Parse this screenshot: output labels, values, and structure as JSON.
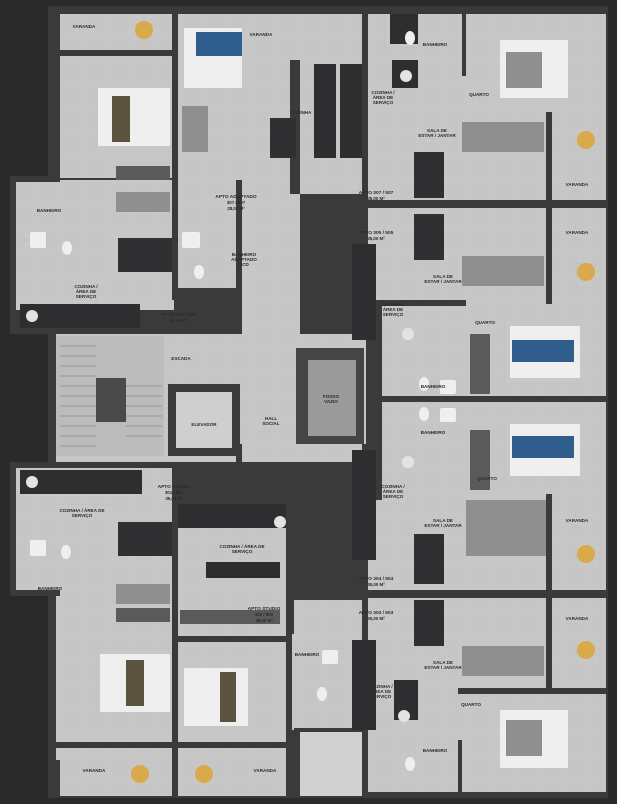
{
  "rooms": {
    "varanda_tl": "VARANDA",
    "varanda_top2": "VARANDA",
    "banheiro_tr": "BANHEIRO",
    "quarto_tr": "QUARTO",
    "cozinha_top": "COZINHA",
    "cozinha_area_tr": "COZINHA /\nÁREA DE\nSERVIÇO",
    "sala_tr": "SALA DE\nESTAR / JANTAR",
    "varanda_r1": "VARANDA",
    "banheiro_l1": "BANHEIRO",
    "cozinha_area_l1": "COZINHA /\nÁREA DE\nSERVIÇO",
    "banheiro_pcd": "BANHEIRO\nADAPTADO\nPCD",
    "varanda_r2": "VARANDA",
    "sala_r2": "SALA DE\nESTAR / JANTAR",
    "cozinha_area_r2": "COZINHA /\nÁREA DE\nSERVIÇO",
    "quarto_r2": "QUARTO",
    "escada": "ESCADA",
    "fosso": "FOSSO\nVAZIO",
    "elevador": "ELEVADOR",
    "hall": "HALL\nSOCIAL",
    "banheiro_r3": "BANHEIRO",
    "banheiro_r4": "BANHEIRO",
    "quarto_r4": "QUARTO",
    "cozinha_area_r4": "COZINHA /\nÁREA DE\nSERVIÇO",
    "cozinha_area_l2": "COZINHA / ÁREA DE\nSERVIÇO",
    "cozinha_area_c2": "COZINHA / ÁREA DE\nSERVIÇO",
    "banheiro_l2": "BANHEIRO",
    "sala_r5": "SALA DE\nESTAR / JANTAR",
    "varanda_r5": "VARANDA",
    "varanda_r6": "VARANDA",
    "sala_r6": "SALA DE\nESTAR / JANTAR",
    "banheiro_c3": "BANHEIRO",
    "cozinha_area_c3": "COZINHA /\nÁREA DE\nSERVIÇO",
    "quarto_br": "QUARTO",
    "banheiro_br": "BANHEIRO",
    "varanda_bl": "VARANDA",
    "varanda_bl2": "VARANDA"
  },
  "units": {
    "apto_307": {
      "title": "APTO 307 / 507",
      "area": "35,00 m²"
    },
    "apto_adaptado": {
      "title": "APTO ADAPTADO",
      "sub": "307 / 507",
      "area": "28,00 m²"
    },
    "apto_305": {
      "title": "APTO 305 / 505",
      "area": "35,00 m²"
    },
    "apto_308": {
      "title": "APTO 308 / 508",
      "area": "35,00 m²"
    },
    "apto_301": {
      "title": "APTO STUDIO",
      "sub": "301 / 501",
      "area": "35,00 m²"
    },
    "apto_302": {
      "title": "APTO STUDIO",
      "sub": "302 / 502",
      "area": "28,00 m²"
    },
    "apto_304": {
      "title": "APTO 304 / 504",
      "area": "35,00 m²"
    },
    "apto_303": {
      "title": "APTO 303 / 503",
      "area": "35,00 m²"
    }
  },
  "colors": {
    "background": "#2a2a2b",
    "floor": "#c9c9c9",
    "floor_dark": "#b8b8b8",
    "wall": "#3a3a3b",
    "cabinet": "#2e2e30",
    "bed_blue": "#2f5d8c",
    "bed_olive": "#5b5340",
    "table_wood": "#d9a94a",
    "sofa": "#8f8f8f"
  }
}
